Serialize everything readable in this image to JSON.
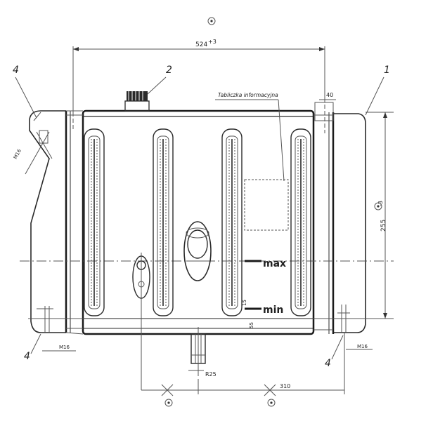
{
  "labels": {
    "part_1": "1",
    "part_2": "2",
    "part_4_top": "4",
    "part_4_bottom_left": "4",
    "part_4_bottom_right": "4",
    "dim_width": "524",
    "dim_width_tol": "+3",
    "dim_40": "40",
    "dim_height": "255",
    "dim_height_tol": "-3",
    "dim_310": "310",
    "dim_r25": "R25",
    "dim_m16_top": "M16",
    "dim_m16_bottom_left": "M16",
    "dim_m16_bottom_right": "M16",
    "dim_15": "15",
    "dim_55": "55",
    "info_plate": "Tabliczka informacyjna",
    "level_max": "max",
    "level_min": "min"
  },
  "colors": {
    "line": "#2a2a2a",
    "background": "#ffffff"
  }
}
